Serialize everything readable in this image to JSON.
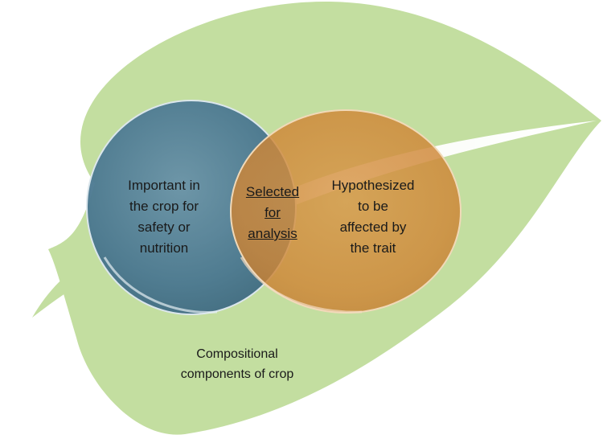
{
  "diagram": {
    "left_circle": {
      "lines": [
        "Important in",
        "the crop for",
        "safety or",
        "nutrition"
      ],
      "color": "#4e7b93"
    },
    "intersection": {
      "lines": [
        "Selected",
        "for",
        "analysis"
      ],
      "color": "#8a6a5a"
    },
    "right_circle": {
      "lines": [
        "Hypothesized",
        "to be",
        "affected by",
        "the trait"
      ],
      "color": "#d58b3a"
    },
    "leaf": {
      "lines": [
        "Compositional",
        "components of crop"
      ],
      "color": "#c3dea0"
    }
  }
}
